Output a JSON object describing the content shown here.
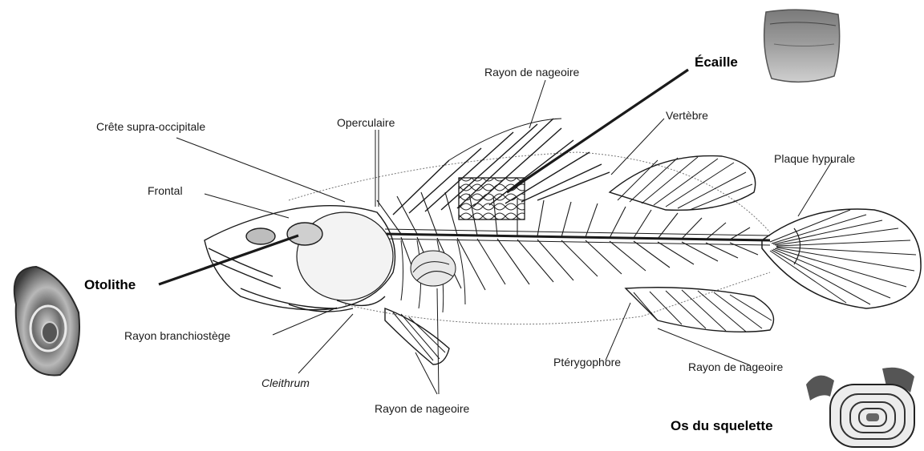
{
  "labels": {
    "rayon_nageoire_top": "Rayon de nageoire",
    "ecaille": "Écaille",
    "crete": "Crête supra-occipitale",
    "operculaire": "Operculaire",
    "vertebre": "Vertèbre",
    "plaque": "Plaque hypurale",
    "frontal": "Frontal",
    "otolithe": "Otolithe",
    "branchiostege": "Rayon branchiostège",
    "cleithrum": "Cleithrum",
    "rayon_nageoire_bottom": "Rayon de nageoire",
    "pterygophore": "Ptérygophore",
    "rayon_nageoire_right": "Rayon de nageoire",
    "os_squelette": "Os du squelette"
  },
  "colors": {
    "ink": "#1a1a1a",
    "line": "#222222",
    "background": "#ffffff"
  }
}
